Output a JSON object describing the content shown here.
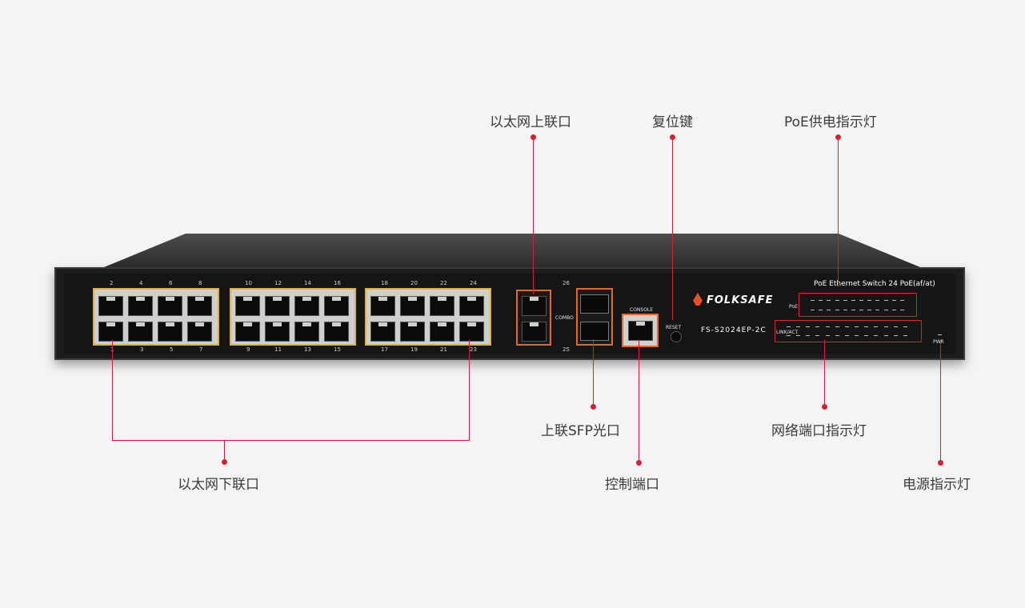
{
  "callouts": {
    "uplink_ethernet": "以太网上联口",
    "reset_key": "复位键",
    "poe_led": "PoE供电指示灯",
    "downlink_ethernet": "以太网下联口",
    "uplink_sfp": "上联SFP光口",
    "network_port_led": "网络端口指示灯",
    "console_port": "控制端口",
    "power_led": "电源指示灯"
  },
  "switch": {
    "brand": "FOLKSAFE",
    "model": "FS-S2024EP-2C",
    "series": "PoE Ethernet Switch 24 PoE(af/at)",
    "console_label": "CONSOLE",
    "reset_label": "RESET",
    "combo_label": "COMBO",
    "poe_label": "PoE",
    "link_label": "LINK/ACT",
    "pwr_label": "PWR",
    "top_port_numbers": [
      "2",
      "4",
      "6",
      "8",
      "10",
      "12",
      "14",
      "16",
      "18",
      "20",
      "22",
      "24"
    ],
    "bottom_port_numbers": [
      "1",
      "3",
      "5",
      "7",
      "9",
      "11",
      "13",
      "15",
      "17",
      "19",
      "21",
      "23"
    ],
    "combo_top": "26",
    "combo_bottom": "25"
  },
  "colors": {
    "accent_red": "#d6202b",
    "port_frame_yellow": "#d9b53a",
    "combo_frame_orange": "#e06a2b",
    "background": "#f3f4f6"
  }
}
